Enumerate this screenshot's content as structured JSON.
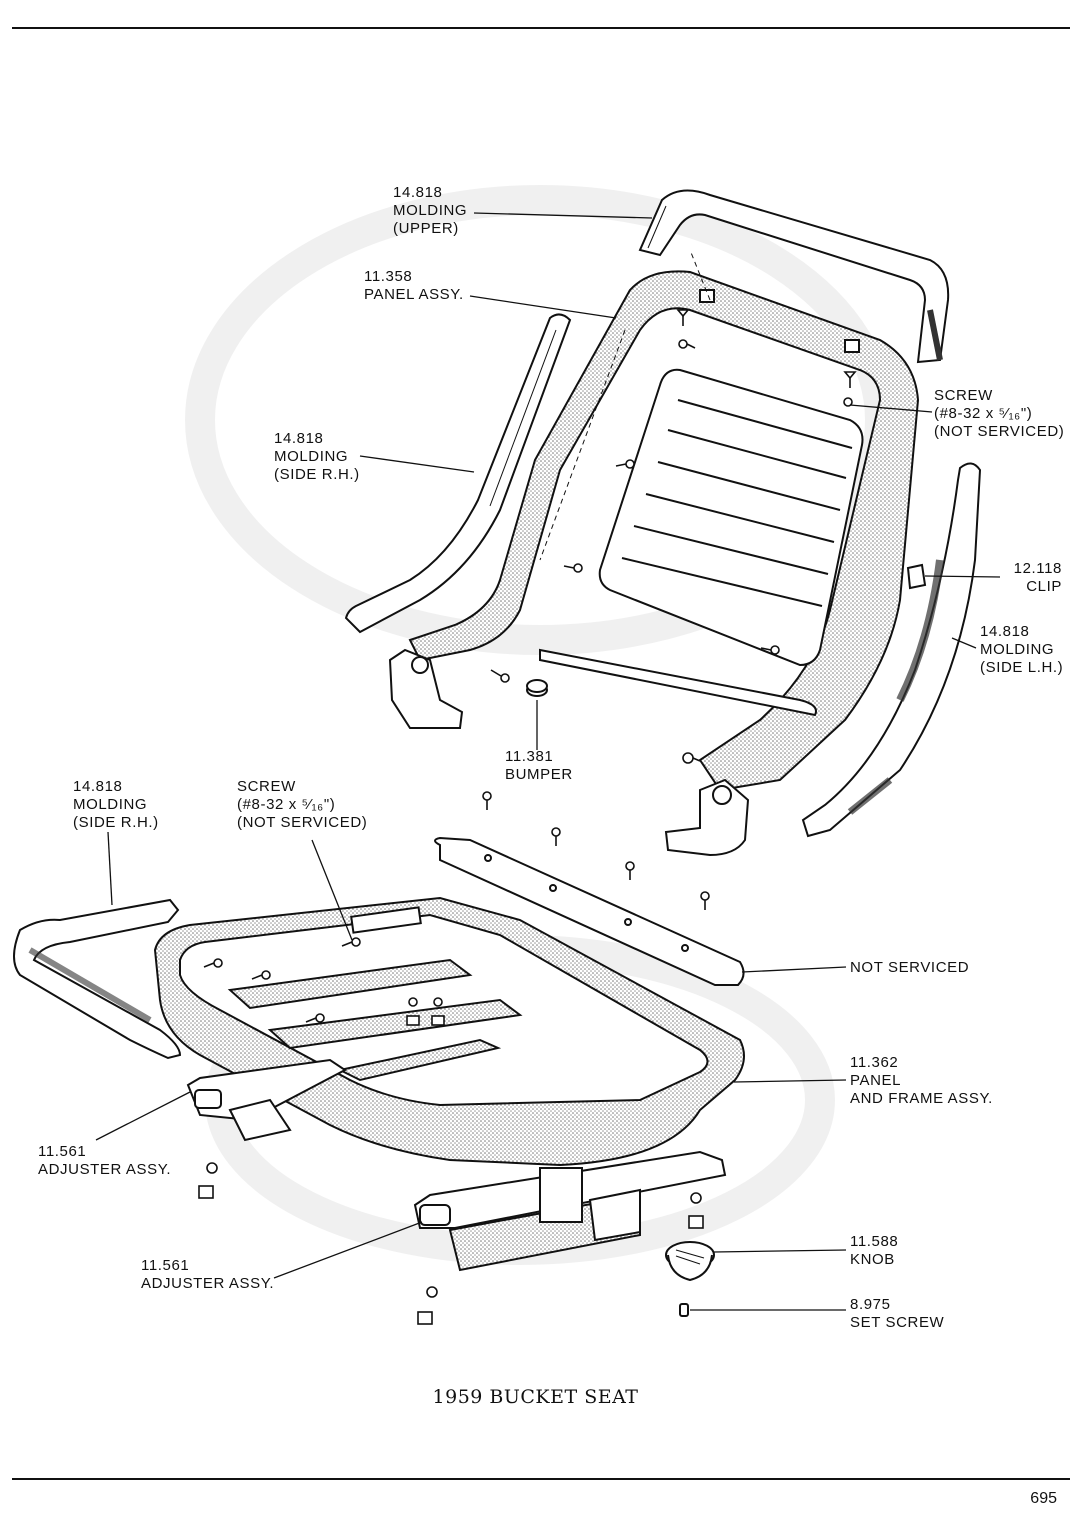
{
  "caption": "1959 BUCKET SEAT",
  "page_number": "695",
  "labels": {
    "molding_upper": [
      "14.818",
      "MOLDING",
      "(UPPER)"
    ],
    "panel_assy": [
      "11.358",
      "PANEL ASSY."
    ],
    "molding_side_rh_back": [
      "14.818",
      "MOLDING",
      "(SIDE R.H.)"
    ],
    "screw_back": [
      "SCREW",
      "(#8-32 x ⁵⁄₁₆\")",
      "(NOT SERVICED)"
    ],
    "clip": [
      "12.118",
      "CLIP"
    ],
    "molding_side_lh": [
      "14.818",
      "MOLDING",
      "(SIDE L.H.)"
    ],
    "bumper": [
      "11.381",
      "BUMPER"
    ],
    "molding_side_rh_cushion": [
      "14.818",
      "MOLDING",
      "(SIDE R.H.)"
    ],
    "screw_cushion": [
      "SCREW",
      "(#8-32 x ⁵⁄₁₆\")",
      "(NOT SERVICED)"
    ],
    "not_serviced": [
      "NOT SERVICED"
    ],
    "panel_frame_assy": [
      "11.362",
      "PANEL",
      "AND FRAME ASSY."
    ],
    "adjuster_left": [
      "11.561",
      "ADJUSTER ASSY."
    ],
    "adjuster_right": [
      "11.561",
      "ADJUSTER ASSY."
    ],
    "knob": [
      "11.588",
      "KNOB"
    ],
    "set_screw": [
      "8.975",
      "SET SCREW"
    ]
  }
}
